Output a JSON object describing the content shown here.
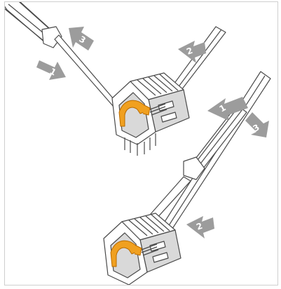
{
  "steps": [
    {
      "label": "1",
      "icon": "step-arrow-icon"
    },
    {
      "label": "2",
      "icon": "step-arrow-icon"
    },
    {
      "label": "3",
      "icon": "step-arrow-icon"
    }
  ],
  "colors": {
    "outline": "#4a4a4a",
    "fill": "#ffffff",
    "shade": "#d9d9d9",
    "dark_shade": "#9a9a9a",
    "arrow": "#9c9c9c",
    "clamp": "#f0a020",
    "frame": "#cfcfcf"
  }
}
